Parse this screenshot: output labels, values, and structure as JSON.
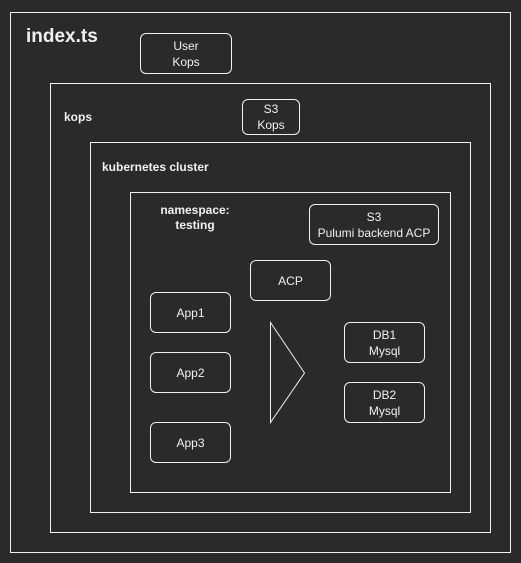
{
  "diagram": {
    "outer": {
      "title": "index.ts"
    },
    "user_kops": {
      "line1": "User",
      "line2": "Kops"
    },
    "kops": {
      "title": "kops"
    },
    "s3_kops": {
      "line1": "S3",
      "line2": "Kops"
    },
    "cluster": {
      "title": "kubernetes cluster"
    },
    "namespace": {
      "line1": "namespace:",
      "line2": "testing"
    },
    "s3_pulumi": {
      "line1": "S3",
      "line2": "Pulumi backend ACP"
    },
    "acp": {
      "label": "ACP"
    },
    "apps": [
      {
        "label": "App1"
      },
      {
        "label": "App2"
      },
      {
        "label": "App3"
      }
    ],
    "dbs": [
      {
        "line1": "DB1",
        "line2": "Mysql"
      },
      {
        "line1": "DB2",
        "line2": "Mysql"
      }
    ],
    "colors": {
      "background": "#2a2a2a",
      "stroke": "#f0f0f0"
    }
  }
}
